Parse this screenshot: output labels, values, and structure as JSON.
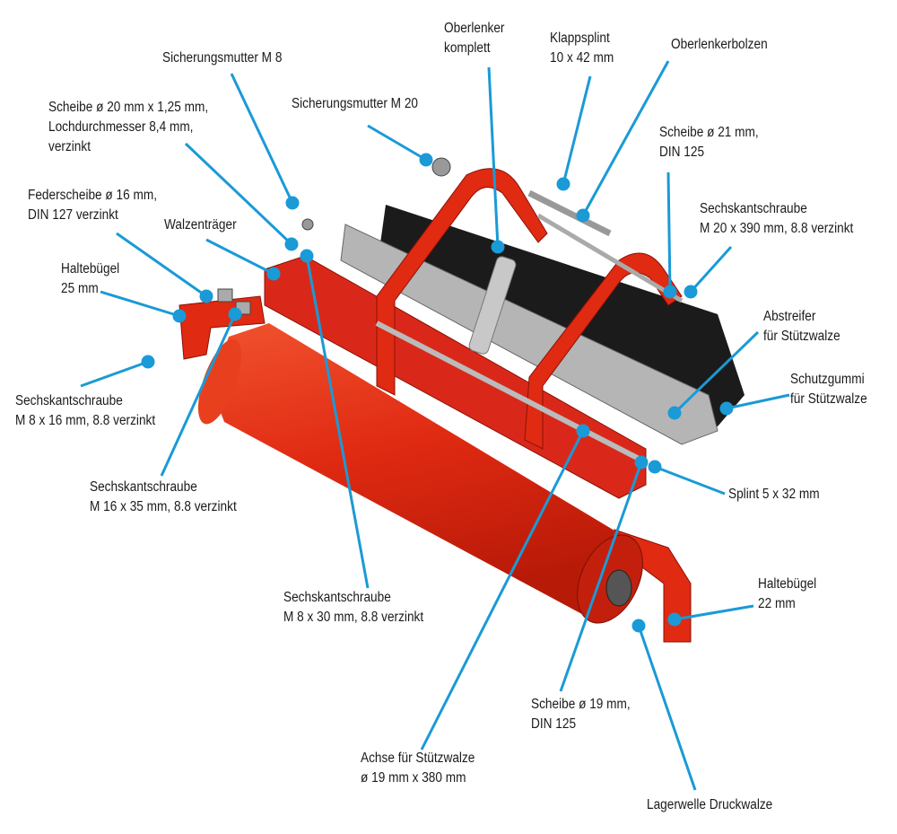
{
  "colors": {
    "callout": "#1a9ad6",
    "part_red": "#e02a12",
    "rubber": "#1b1b1b",
    "steel": "#9a9a9a"
  },
  "labels": {
    "sicherungsmutter_m8": "Sicherungsmutter M 8",
    "scheibe_20": "Scheibe ø 20 mm x 1,25 mm,\nLochdurchmesser 8,4 mm,\nverzinkt",
    "sicherungsmutter_m20": "Sicherungsmutter M 20",
    "oberlenker": "Oberlenker\nkomplett",
    "klappsplint": "Klappsplint\n10 x 42 mm",
    "oberlenkerbolzen": "Oberlenkerbolzen",
    "scheibe_21": "Scheibe ø 21 mm,\nDIN 125",
    "sechskant_m20": "Sechskantschraube\nM 20 x 390 mm, 8.8 verzinkt",
    "federscheibe": "Federscheibe ø 16 mm,\nDIN 127 verzinkt",
    "walzentraeger": "Walzenträger",
    "haltebuegel_25": "Haltebügel\n25 mm",
    "abstreifer": "Abstreifer\nfür Stützwalze",
    "schutzgummi": "Schutzgummi\nfür Stützwalze",
    "sechskant_m8x16": "Sechskantschraube\nM 8 x 16 mm, 8.8 verzinkt",
    "sechskant_m16x35": "Sechskantschraube\nM 16 x 35 mm, 8.8 verzinkt",
    "splint": "Splint 5 x 32 mm",
    "haltebuegel_22": "Haltebügel\n22 mm",
    "sechskant_m8x30": "Sechskantschraube\nM 8 x 30 mm, 8.8 verzinkt",
    "scheibe_19": "Scheibe ø 19 mm,\nDIN 125",
    "achse": "Achse für Stützwalze\nø 19 mm x 380 mm",
    "lagerwelle": "Lagerwelle Druckwalze"
  }
}
